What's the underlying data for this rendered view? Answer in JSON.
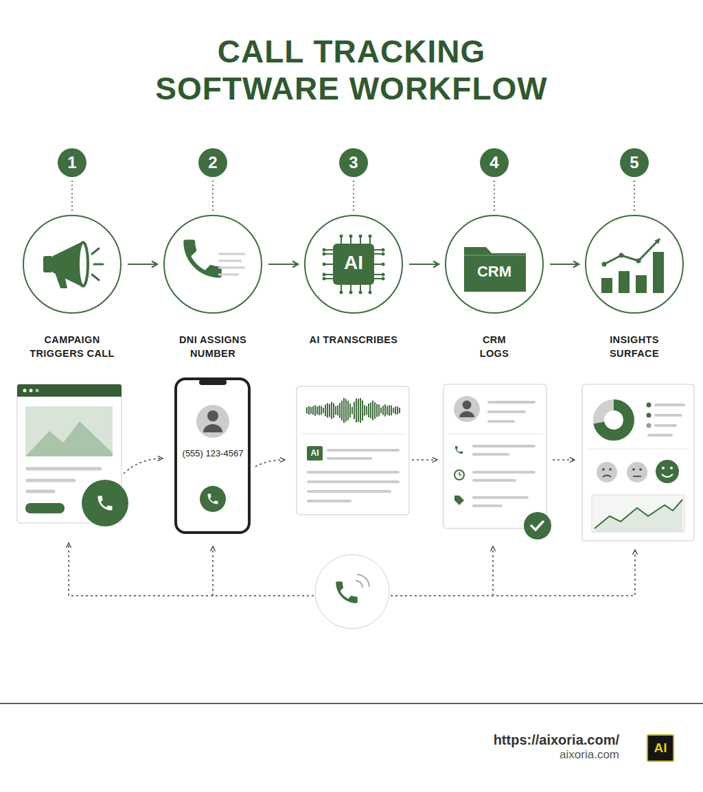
{
  "diagram": {
    "title": "CALL TRACKING SOFTWARE WORKFLOW",
    "nodes": [
      {
        "text": [
          "1"
        ]
      },
      {
        "text": [
          "2"
        ]
      },
      {
        "text": [
          "3"
        ]
      },
      {
        "text": [
          "4"
        ]
      },
      {
        "text": [
          "5"
        ]
      },
      {
        "text": [
          "CAMPAIGN TRIGGERS CALL"
        ]
      },
      {
        "text": [
          "DNI ASSIGNS NUMBER"
        ]
      },
      {
        "text": [
          "AI",
          "AI TRANSCRIBES"
        ]
      },
      {
        "text": [
          "CRM",
          "CRM LOGS"
        ]
      },
      {
        "text": [
          "INSIGHTS SURFACE"
        ]
      }
    ],
    "edges": [
      {
        "from": 0,
        "to": 5,
        "arrow": "none"
      },
      {
        "from": 1,
        "to": 6,
        "arrow": "none"
      },
      {
        "from": 2,
        "to": 7,
        "arrow": "none"
      },
      {
        "from": 3,
        "to": 8,
        "arrow": "none"
      },
      {
        "from": 4,
        "to": 9,
        "arrow": "none"
      },
      {
        "from": 5,
        "to": 6,
        "arrow": "to"
      },
      {
        "from": 6,
        "to": 7,
        "arrow": "to"
      },
      {
        "from": 7,
        "to": 8,
        "arrow": "to"
      },
      {
        "from": 8,
        "to": 9,
        "arrow": "to"
      }
    ],
    "labels": [
      "(555) 123-4567",
      "AI",
      "https://aixoria.com/",
      "aixoria.com",
      "AI"
    ]
  }
}
